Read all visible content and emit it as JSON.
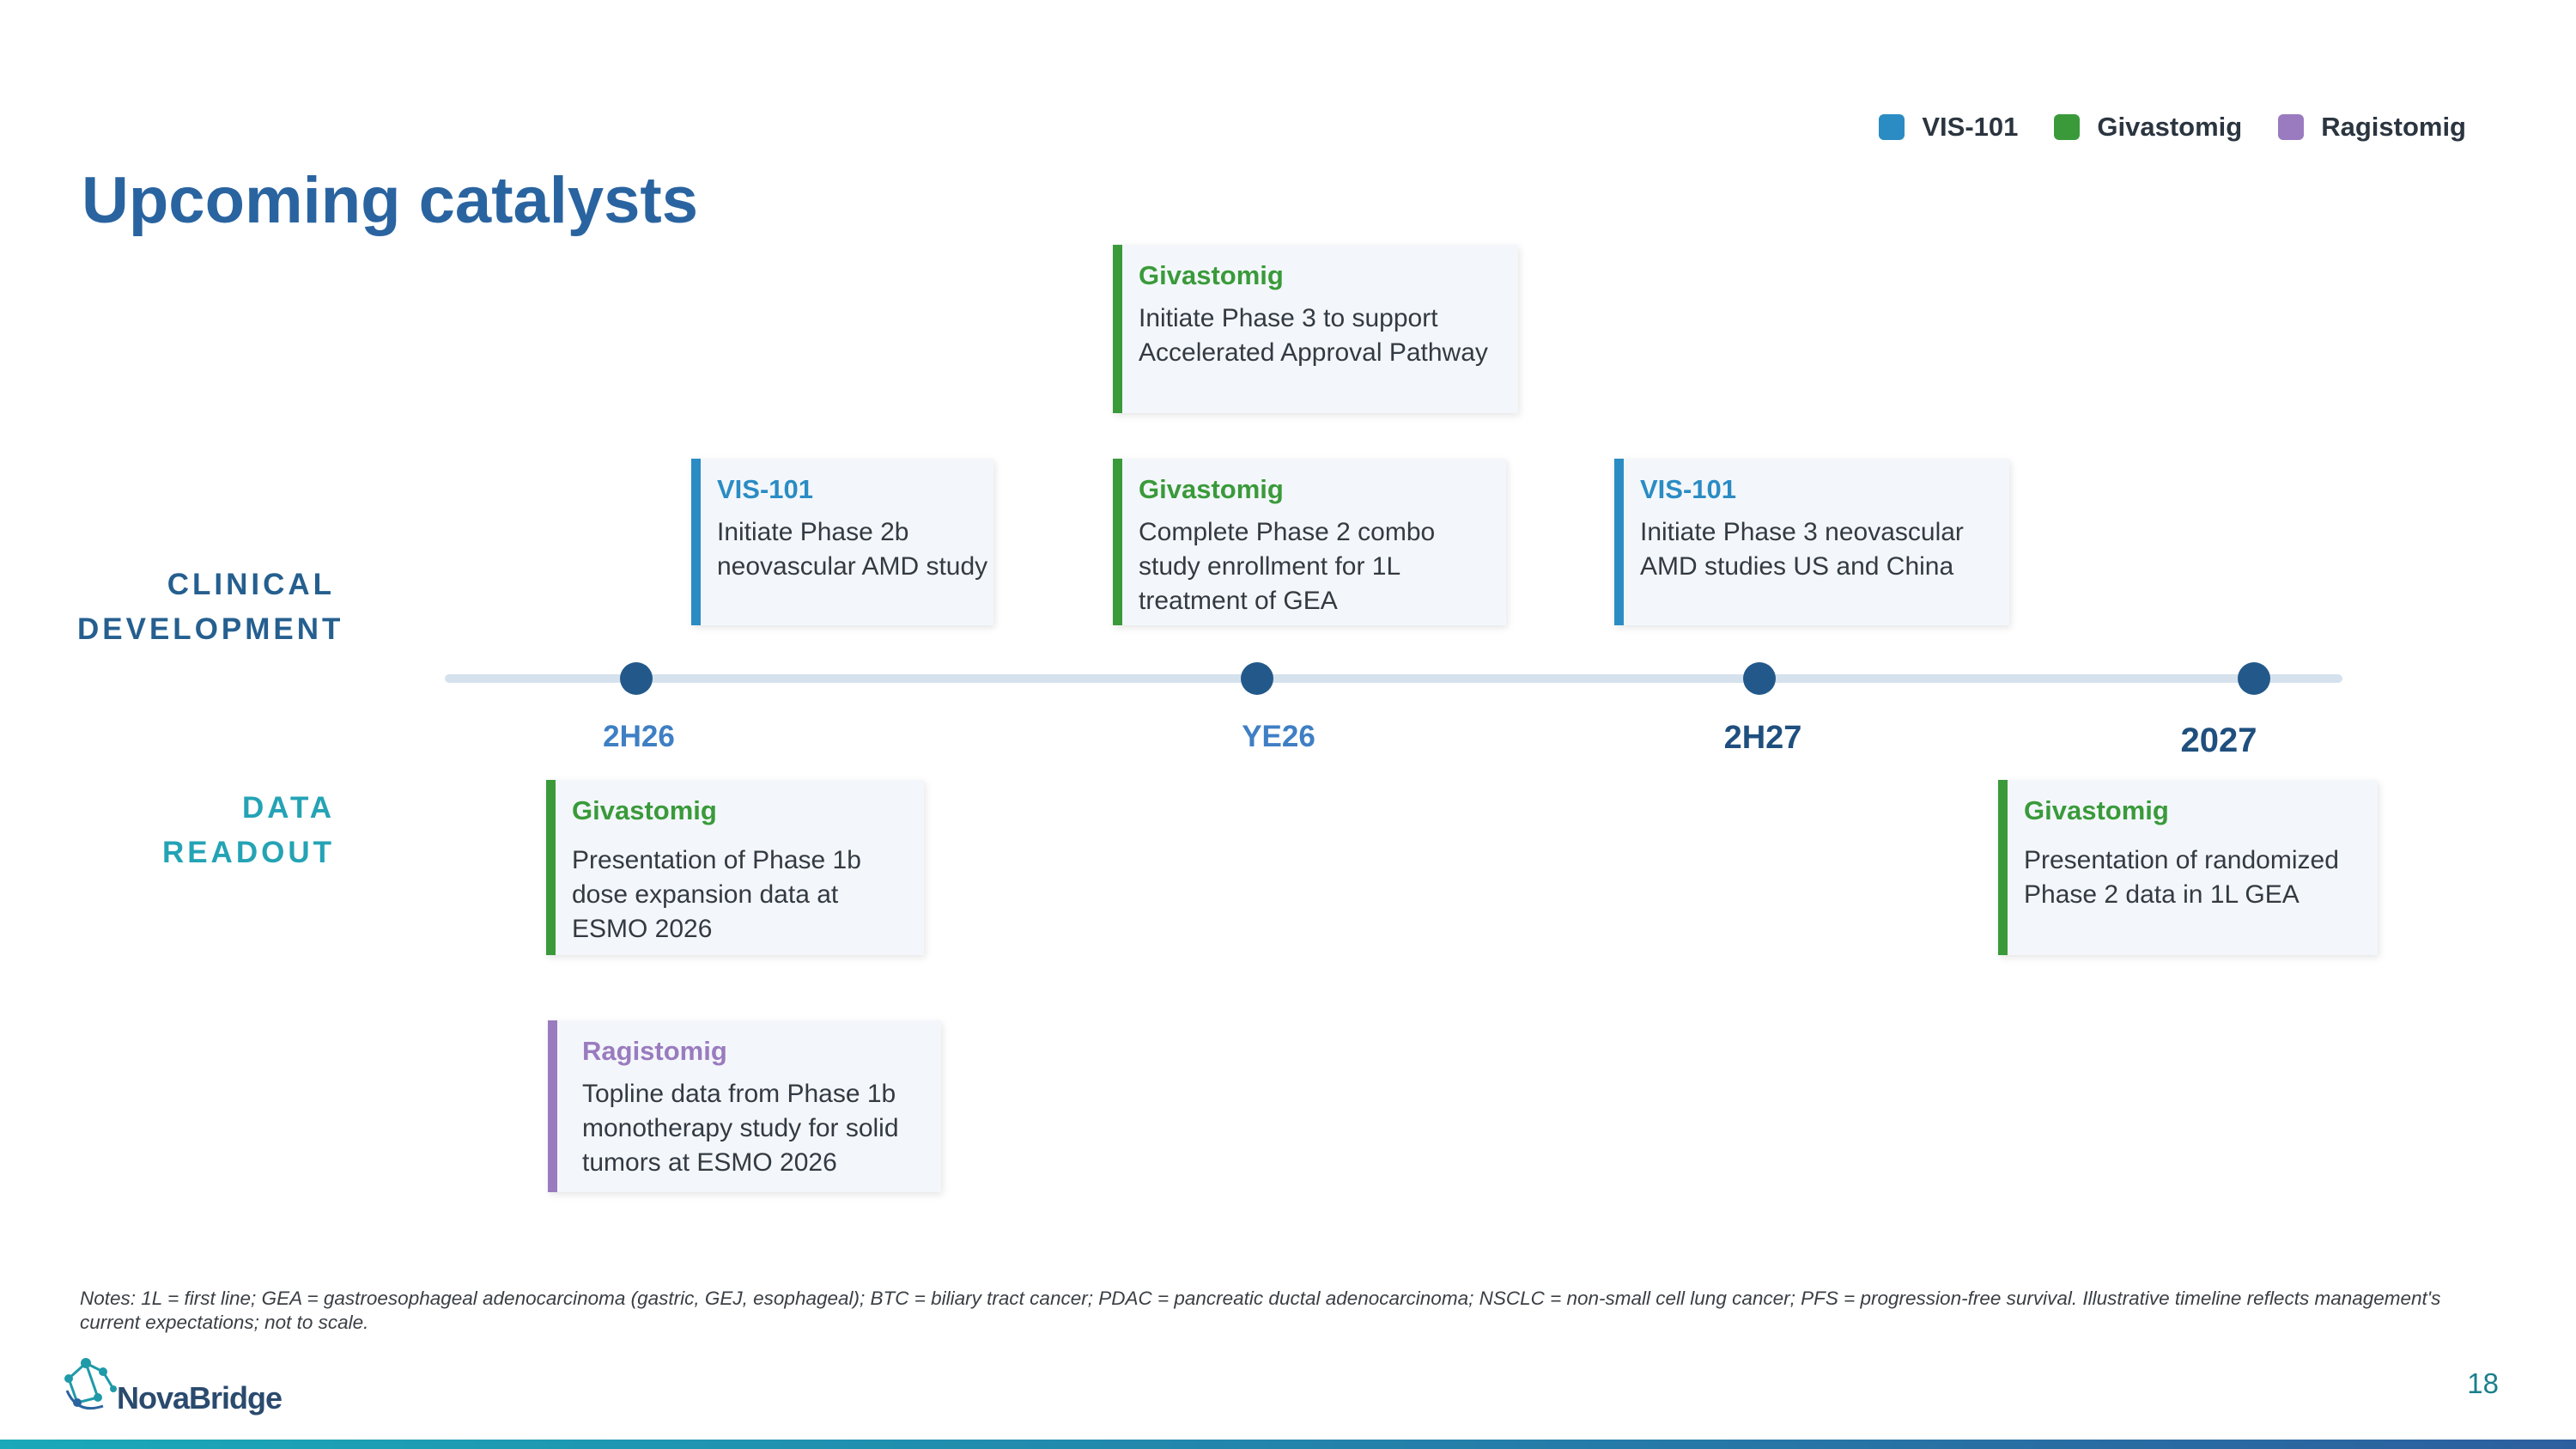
{
  "title": "Upcoming catalysts",
  "legend": [
    {
      "label": "VIS-101",
      "color": "#2b8cc4"
    },
    {
      "label": "Givastomig",
      "color": "#3a9a3a"
    },
    {
      "label": "Ragistomig",
      "color": "#9a7bbf"
    }
  ],
  "rows": {
    "clinical": [
      "CLINICAL",
      "DEVELOPMENT"
    ],
    "data": [
      "DATA",
      "READOUT"
    ]
  },
  "milestones": [
    "2H26",
    "YE26",
    "2H27",
    "2027"
  ],
  "colors": {
    "vis": "#2b8cc4",
    "giva": "#3a9a3a",
    "ragi": "#9a7bbf",
    "milestone_light": "#3f7fc4",
    "milestone_dark": "#1f4f7e"
  },
  "cards": {
    "c1": {
      "title": "Givastomig",
      "body": "Initiate Phase 3 to support Accelerated Approval Pathway"
    },
    "c2": {
      "title": "VIS-101",
      "body": "Initiate Phase 2b neovascular  AMD study"
    },
    "c3": {
      "title": "Givastomig",
      "body": "Complete Phase 2 combo study enrollment for 1L treatment of GEA"
    },
    "c4": {
      "title": "VIS-101",
      "body": "Initiate Phase 3 neovascular AMD studies US and China"
    },
    "c5": {
      "title": "Givastomig",
      "body": "Presentation of Phase 1b dose expansion data at ESMO 2026"
    },
    "c6": {
      "title": "Givastomig",
      "body": "Presentation of randomized Phase 2 data in 1L GEA"
    },
    "c7": {
      "title": "Ragistomig",
      "body": "Topline data from Phase 1b monotherapy study for solid tumors at ESMO 2026"
    }
  },
  "notes": "Notes: 1L = first line; GEA = gastroesophageal adenocarcinoma (gastric, GEJ, esophageal); BTC = biliary tract cancer; PDAC = pancreatic ductal adenocarcinoma; NSCLC = non-small cell lung cancer; PFS = progression-free survival. Illustrative timeline reflects management's current expectations; not to scale.",
  "page_number": "18",
  "logo_text": "NovaBridge"
}
